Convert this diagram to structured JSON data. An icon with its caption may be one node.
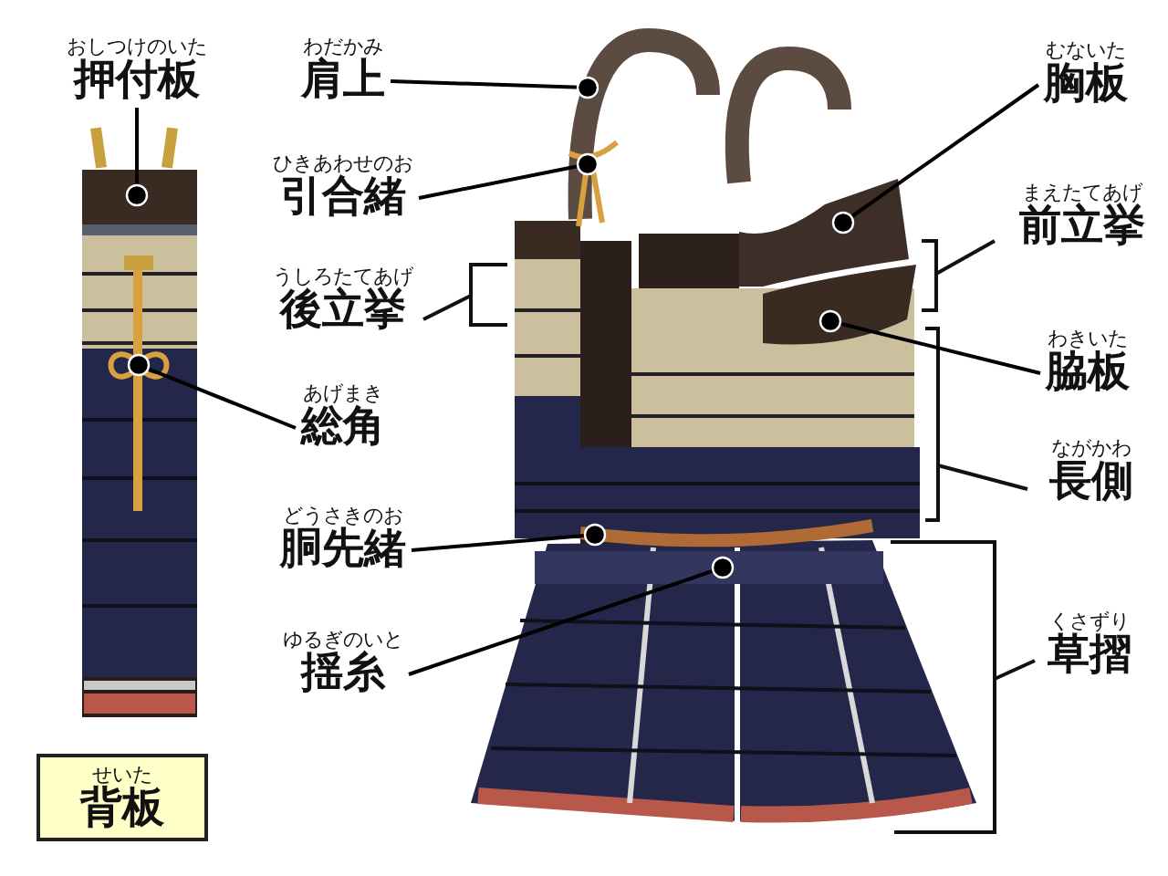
{
  "diagram": {
    "nodes": [
      {
        "text": [
          "おしつけのいた",
          "押付板"
        ]
      },
      {
        "text": [
          "わだかみ",
          "肩上"
        ]
      },
      {
        "text": [
          "ひきあわせのお",
          "引合緒"
        ]
      },
      {
        "text": [
          "うしろたてあげ",
          "後立挙"
        ]
      },
      {
        "text": [
          "あげまき",
          "総角"
        ]
      },
      {
        "text": [
          "どうさきのお",
          "胴先緒"
        ]
      },
      {
        "text": [
          "ゆるぎのいと",
          "揺糸"
        ]
      },
      {
        "text": [
          "せいた",
          "背板"
        ]
      },
      {
        "text": [
          "むないた",
          "胸板"
        ]
      },
      {
        "text": [
          "まえたてあげ",
          "前立挙"
        ]
      },
      {
        "text": [
          "わきいた",
          "脇板"
        ]
      },
      {
        "text": [
          "ながかわ",
          "長側"
        ]
      },
      {
        "text": [
          "くさずり",
          "草摺"
        ]
      },
      {
        "text": [],
        "shape": "box"
      },
      {
        "text": [],
        "shape": "picture"
      },
      {
        "text": [],
        "shape": "picture"
      },
      {
        "text": [],
        "shape": "picture"
      },
      {
        "text": [],
        "shape": "picture"
      },
      {
        "text": [],
        "shape": "box"
      },
      {
        "text": [],
        "shape": "picture"
      },
      {
        "text": [],
        "shape": "picture"
      }
    ],
    "edges": [
      {
        "from": 0,
        "to": 13,
        "arrow": "other"
      },
      {
        "from": 1,
        "to": 14,
        "arrow": "other"
      },
      {
        "from": 2,
        "to": 15,
        "arrow": "other"
      },
      {
        "from": 4,
        "to": 16,
        "arrow": "other"
      },
      {
        "from": 5,
        "to": 17,
        "arrow": "other"
      },
      {
        "from": 6,
        "to": 18,
        "arrow": "other"
      },
      {
        "from": 8,
        "to": 19,
        "arrow": "other"
      },
      {
        "from": 10,
        "to": 20,
        "arrow": "other"
      }
    ]
  }
}
